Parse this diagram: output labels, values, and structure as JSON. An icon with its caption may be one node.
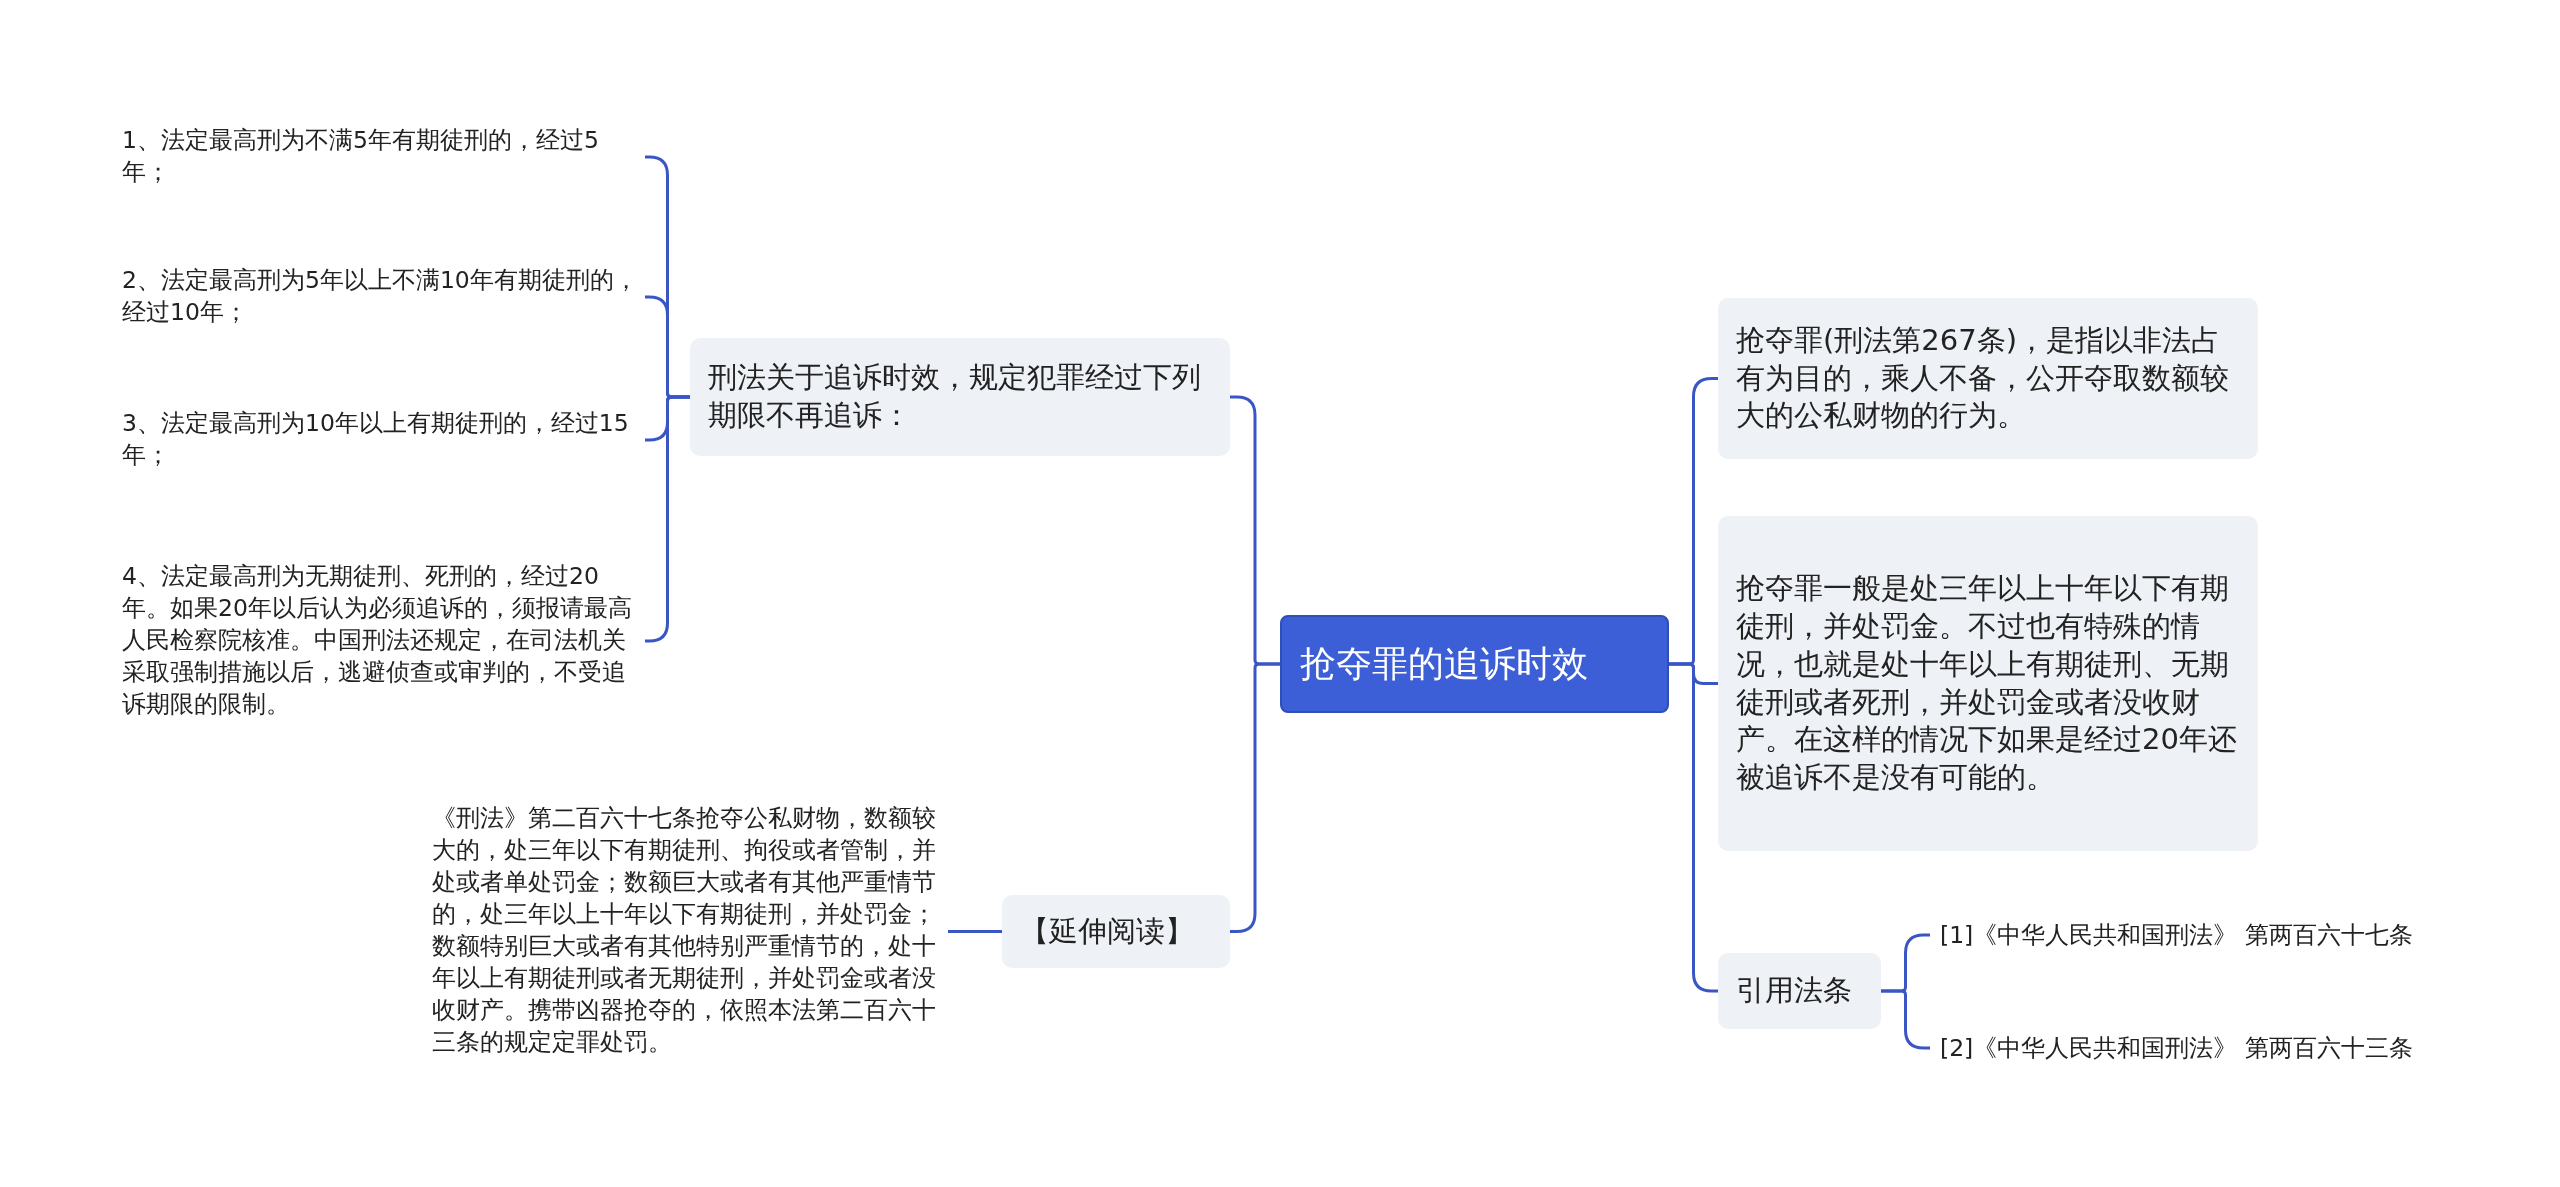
{
  "diagram": {
    "nodes": [
      {
        "text": [
          "抢夺罪的追诉时效"
        ]
      },
      {
        "text": [
          "刑法关于追诉时效，规定犯罪经过下列期限不再追诉："
        ]
      },
      {
        "text": [
          "1、法定最高刑为不满5年有期徒刑的，经过5年；"
        ]
      },
      {
        "text": [
          "2、法定最高刑为5年以上不满10年有期徒刑的，经过10年；"
        ]
      },
      {
        "text": [
          "3、法定最高刑为10年以上有期徒刑的，经过15年；"
        ]
      },
      {
        "text": [
          "4、法定最高刑为无期徒刑、死刑的，经过20年。如果20年以后认为必须追诉的，须报请最高人民检察院核准。中国刑法还规定，在司法机关采取强制措施以后，逃避侦查或审判的，不受追诉期限的限制。"
        ]
      },
      {
        "text": [
          "【延伸阅读】"
        ]
      },
      {
        "text": [
          "《刑法》第二百六十七条抢夺公私财物，数额较大的，处三年以下有期徒刑、拘役或者管制，并处或者单处罚金；数额巨大或者有其他严重情节的，处三年以上十年以下有期徒刑，并处罚金；数额特别巨大或者有其他特别严重情节的，处十年以上有期徒刑或者无期徒刑，并处罚金或者没收财产。携带凶器抢夺的，依照本法第二百六十三条的规定定罪处罚。"
        ]
      },
      {
        "text": [
          "抢夺罪(刑法第267条)，是指以非法占有为目的，乘人不备，公开夺取数额较大的公私财物的行为。"
        ]
      },
      {
        "text": [
          "抢夺罪一般是处三年以上十年以下有期徒刑，并处罚金。不过也有特殊的情况，也就是处十年以上有期徒刑、无期徒刑或者死刑，并处罚金或者没收财产。在这样的情况下如果是经过20年还被追诉不是没有可能的。"
        ]
      },
      {
        "text": [
          "引用法条"
        ]
      },
      {
        "text": [
          "[1]《中华人民共和国刑法》 第两百六十七条"
        ]
      },
      {
        "text": [
          "[2]《中华人民共和国刑法》 第两百六十三条"
        ]
      }
    ],
    "edges": [
      {
        "from": 0,
        "to": 1,
        "arrow": "none"
      },
      {
        "from": 1,
        "to": 2,
        "arrow": "none"
      },
      {
        "from": 1,
        "to": 3,
        "arrow": "none"
      },
      {
        "from": 1,
        "to": 4,
        "arrow": "none"
      },
      {
        "from": 1,
        "to": 5,
        "arrow": "none"
      },
      {
        "from": 0,
        "to": 6,
        "arrow": "none"
      },
      {
        "from": 6,
        "to": 7,
        "arrow": "none"
      },
      {
        "from": 0,
        "to": 8,
        "arrow": "none"
      },
      {
        "from": 0,
        "to": 9,
        "arrow": "none"
      },
      {
        "from": 0,
        "to": 10,
        "arrow": "none"
      },
      {
        "from": 10,
        "to": 11,
        "arrow": "none"
      },
      {
        "from": 10,
        "to": 12,
        "arrow": "none"
      }
    ]
  }
}
